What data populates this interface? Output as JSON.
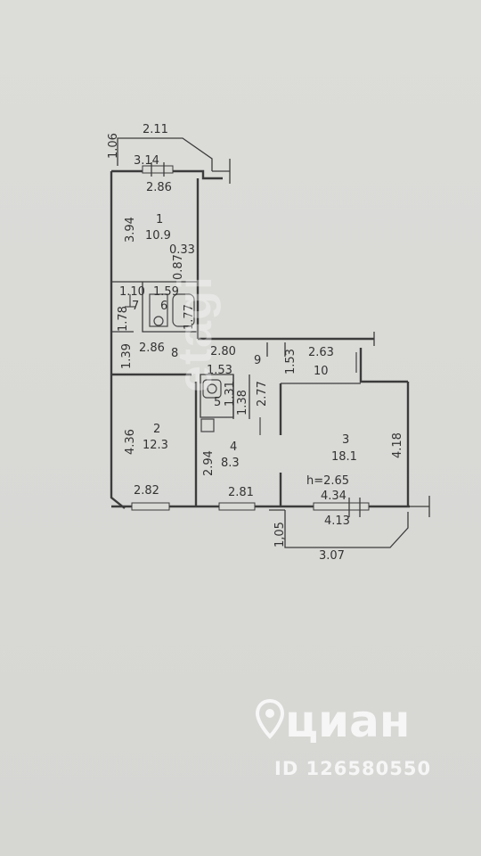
{
  "rooms": [
    {
      "num": "1",
      "area": "10.9"
    },
    {
      "num": "2",
      "area": "12.3"
    },
    {
      "num": "3",
      "area": "18.1"
    },
    {
      "num": "4",
      "area": "8.3"
    },
    {
      "num": "5",
      "area": ""
    },
    {
      "num": "6",
      "area": ""
    },
    {
      "num": "7",
      "area": ""
    },
    {
      "num": "8",
      "area": ""
    },
    {
      "num": "9",
      "area": ""
    },
    {
      "num": "10",
      "area": ""
    }
  ],
  "dims": {
    "balcony_top_width": "2.11",
    "balcony_top_depth": "1.06",
    "balcony_top_inner": "3.14",
    "room1_width": "2.86",
    "room1_length": "3.94",
    "wall_033": "0.33",
    "wall_087": "0.87",
    "bath7_width": "1.10",
    "bath6_width": "1.59",
    "bath_178": "1.78",
    "bath_177": "1.77",
    "hall_139": "1.39",
    "hall8_width": "2.86",
    "hall9_width": "2.80",
    "hall10_width": "2.63",
    "hall_153a": "1.53",
    "hall_153b": "1.53",
    "hall_277": "2.77",
    "wc_131": "1.31",
    "wc_138": "1.38",
    "room2_length": "4.36",
    "room2_width": "2.82",
    "room4_length": "2.94",
    "room4_width": "2.81",
    "room3_length": "4.18",
    "room3_width": "4.34",
    "ceiling_height": "h=2.65",
    "balcony_bottom_inner": "4.13",
    "balcony_bottom_depth": "1,05",
    "balcony_bottom_width": "3.07"
  },
  "watermark": {
    "center_text": "etagi",
    "logo_text": "циан",
    "logo_id": "ID 126580550"
  }
}
